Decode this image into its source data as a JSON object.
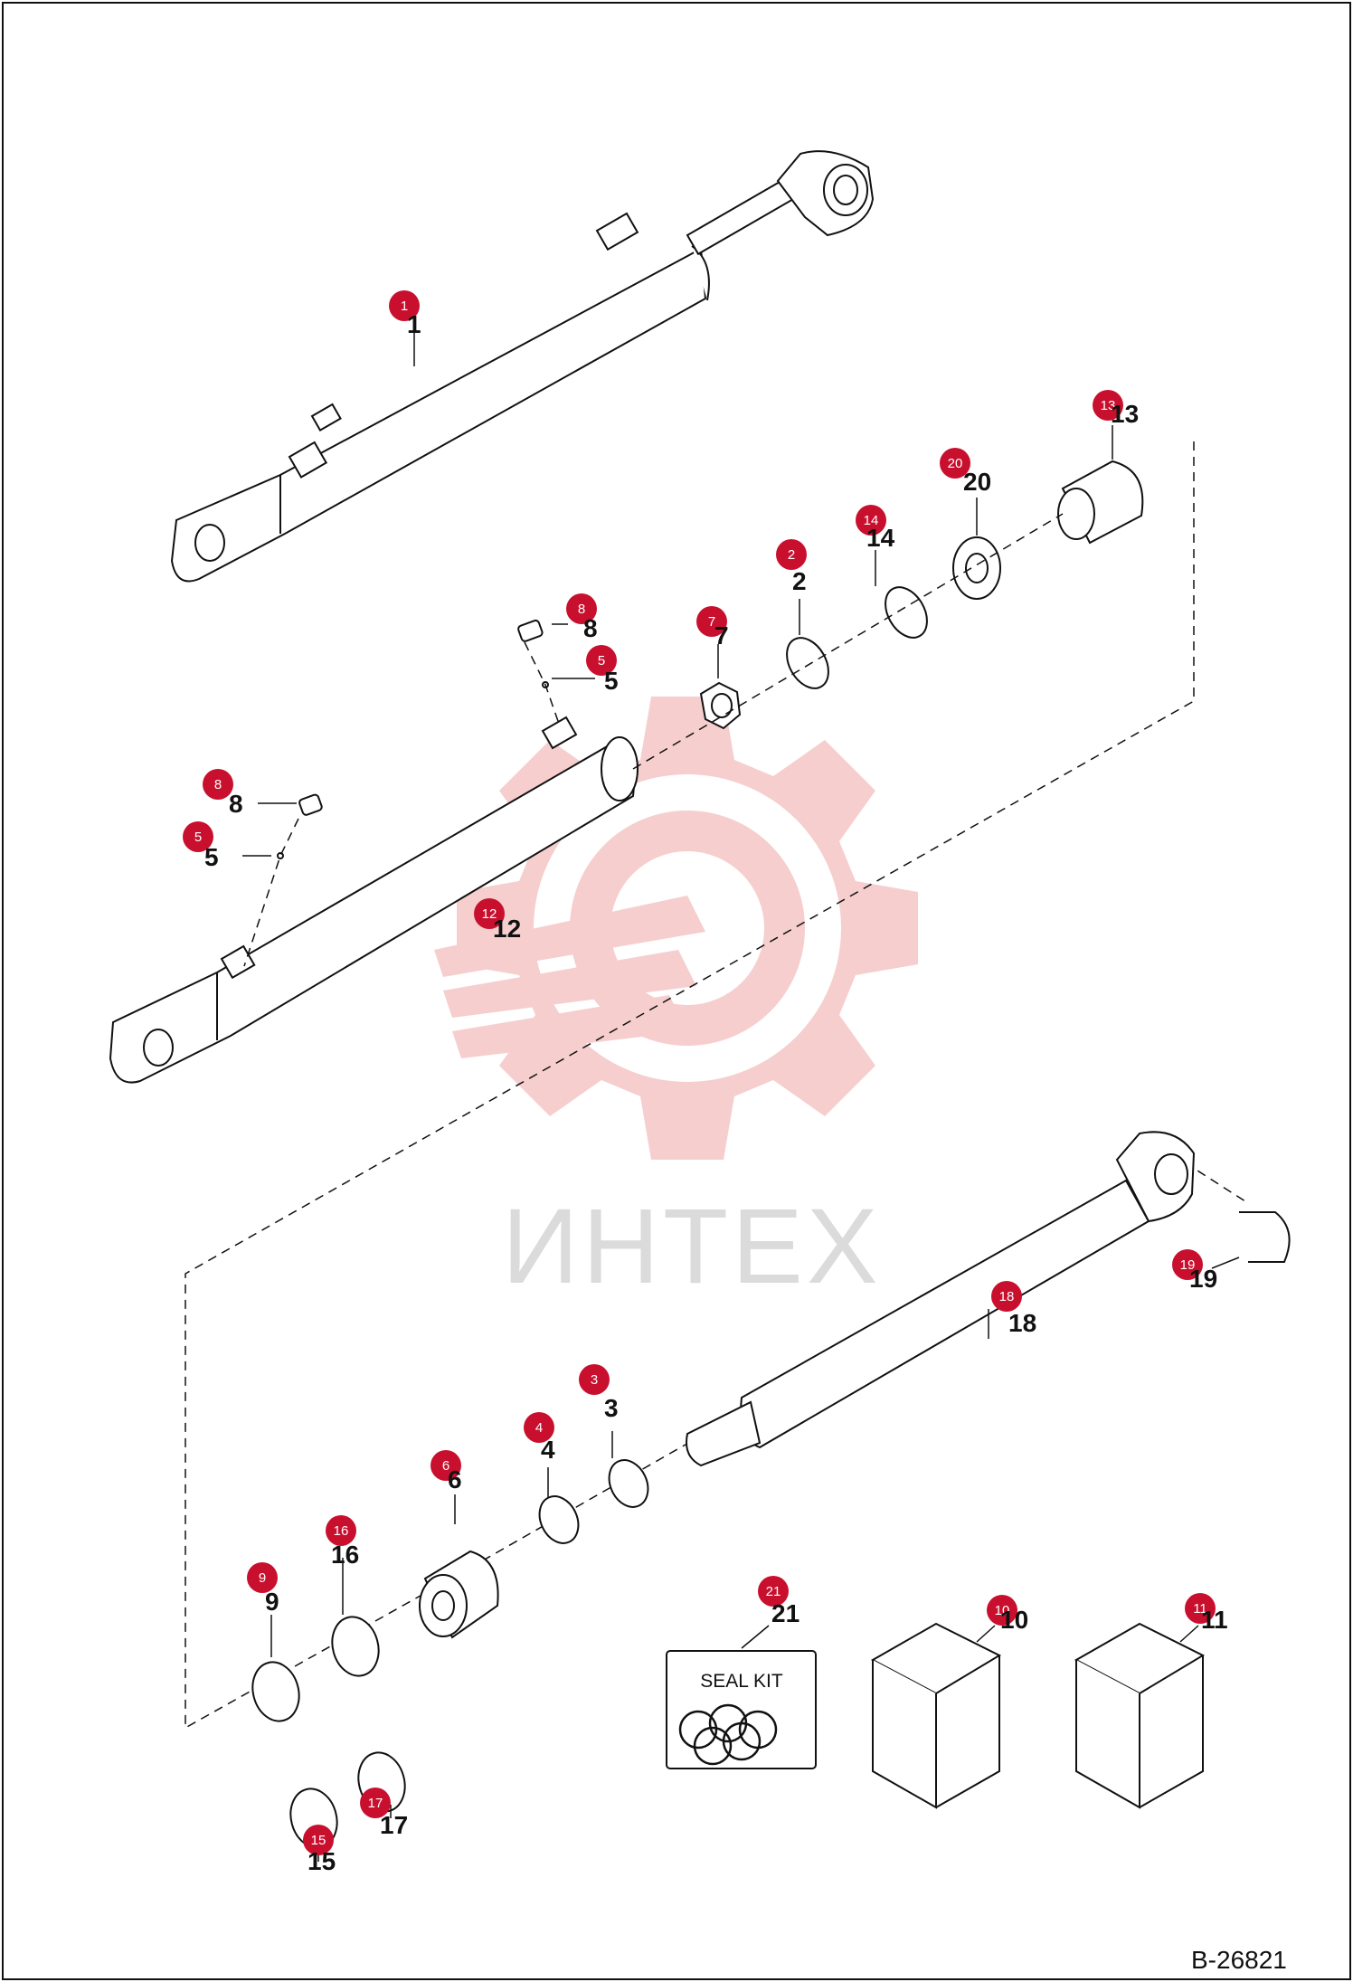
{
  "drawing": {
    "reference": "B-26821",
    "watermark_text": "ИНТЕХ",
    "seal_kit_text": "SEAL KIT",
    "accent_color": "#c8102e",
    "watermark_color": "#f6c9c9"
  },
  "callouts": [
    {
      "badge": "1",
      "label": "1"
    },
    {
      "badge": "13",
      "label": "13"
    },
    {
      "badge": "20",
      "label": "20"
    },
    {
      "badge": "14",
      "label": "14"
    },
    {
      "badge": "2",
      "label": "2"
    },
    {
      "badge": "7",
      "label": "7"
    },
    {
      "badge": "8",
      "label": "8"
    },
    {
      "badge": "5",
      "label": "5"
    },
    {
      "badge": "8",
      "label": "8"
    },
    {
      "badge": "5",
      "label": "5"
    },
    {
      "badge": "12",
      "label": "12"
    },
    {
      "badge": "19",
      "label": "19"
    },
    {
      "badge": "18",
      "label": "18"
    },
    {
      "badge": "3",
      "label": "3"
    },
    {
      "badge": "4",
      "label": "4"
    },
    {
      "badge": "6",
      "label": "6"
    },
    {
      "badge": "16",
      "label": "16"
    },
    {
      "badge": "9",
      "label": "9"
    },
    {
      "badge": "21",
      "label": "21"
    },
    {
      "badge": "10",
      "label": "10"
    },
    {
      "badge": "11",
      "label": "11"
    },
    {
      "badge": "17",
      "label": "17"
    },
    {
      "badge": "15",
      "label": "15"
    }
  ]
}
